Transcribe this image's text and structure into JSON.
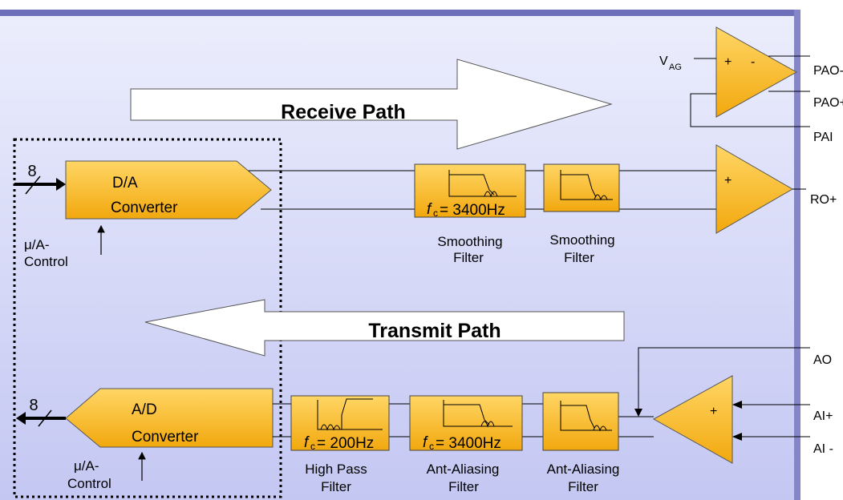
{
  "receive": {
    "path_label": "Receive Path",
    "bus_width": "8",
    "dac": {
      "line1": "D/A",
      "line2": "Converter"
    },
    "control": {
      "line1": "μ/A-",
      "line2": "Control"
    },
    "filter1": {
      "fc_prefix": "f",
      "fc_sub": "c",
      "fc_value": "= 3400Hz",
      "name_line1": "Smoothing",
      "name_line2": "Filter"
    },
    "filter2": {
      "name_line1": "Smoothing",
      "name_line2": "Filter"
    },
    "amp_sign": "+",
    "output": "RO+"
  },
  "power_amp": {
    "vag_main": "V",
    "vag_sub": "AG",
    "plus": "+",
    "minus": "-",
    "out1": "PAO-",
    "out2": "PAO+",
    "out3": "PAI"
  },
  "transmit": {
    "path_label": "Transmit Path",
    "bus_width": "8",
    "adc": {
      "line1": "A/D",
      "line2": "Converter"
    },
    "control": {
      "line1": "μ/A-",
      "line2": "Control"
    },
    "hp_filter": {
      "fc_prefix": "f",
      "fc_sub": "c",
      "fc_value": "= 200Hz",
      "name_line1": "High Pass",
      "name_line2": "Filter"
    },
    "aa_filter1": {
      "fc_prefix": "f",
      "fc_sub": "c",
      "fc_value": "= 3400Hz",
      "name_line1": "Ant-Aliasing",
      "name_line2": "Filter"
    },
    "aa_filter2": {
      "name_line1": "Ant-Aliasing",
      "name_line2": "Filter"
    },
    "amp_sign": "+",
    "ao": "AO",
    "ai_plus": "AI+",
    "ai_minus": "AI -"
  },
  "colors": {
    "block_fill_top": "#ffd25a",
    "block_fill_bottom": "#f3a90f",
    "panel_top": "#e8ebfc",
    "panel_bottom": "#c6c9f3",
    "frame": "#6d6fb8"
  }
}
